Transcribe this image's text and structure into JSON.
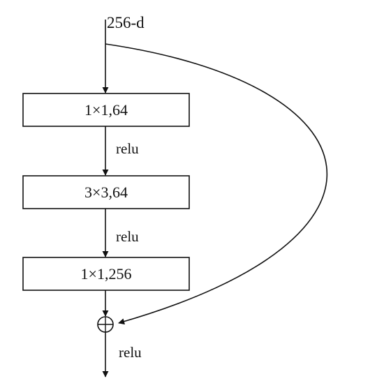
{
  "diagram": {
    "input_label": "256-d",
    "layers": [
      {
        "label": "1×1,64"
      },
      {
        "label": "3×3,64"
      },
      {
        "label": "1×1,256"
      }
    ],
    "activations": [
      {
        "label": "relu"
      },
      {
        "label": "relu"
      },
      {
        "label": "relu"
      }
    ],
    "add_symbol": "⊕",
    "colors": {
      "stroke": "#111111",
      "background": "#ffffff"
    }
  }
}
